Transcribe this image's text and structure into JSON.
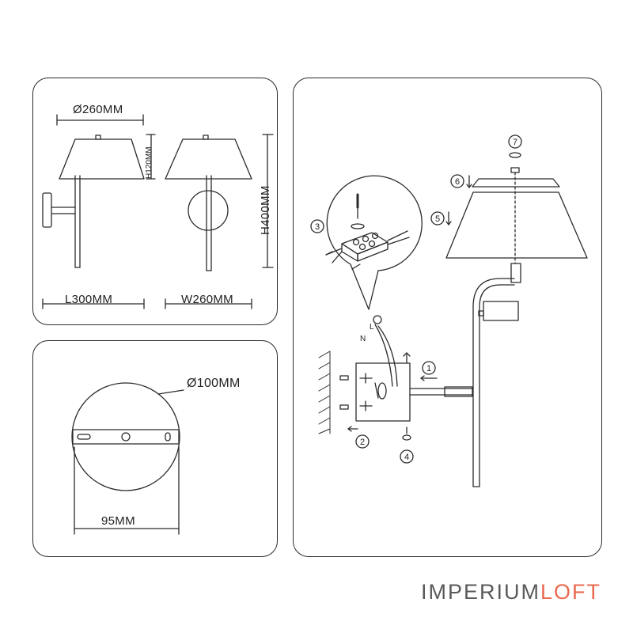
{
  "dimensions": {
    "diameter": "Ø260MM",
    "shade_height": "H120MM",
    "total_height": "H400MM",
    "length": "L300MM",
    "width": "W260MM"
  },
  "mount_plate": {
    "diameter": "Ø100MM",
    "hole_spacing": "95MM"
  },
  "install": {
    "steps": [
      "1",
      "2",
      "3",
      "4",
      "5",
      "6",
      "7"
    ],
    "wire_labels": {
      "live": "L",
      "neutral": "N"
    }
  },
  "brand": {
    "part1": "IMPERIUM",
    "part2": "LOFT",
    "part2_color": "#e96a4f"
  }
}
